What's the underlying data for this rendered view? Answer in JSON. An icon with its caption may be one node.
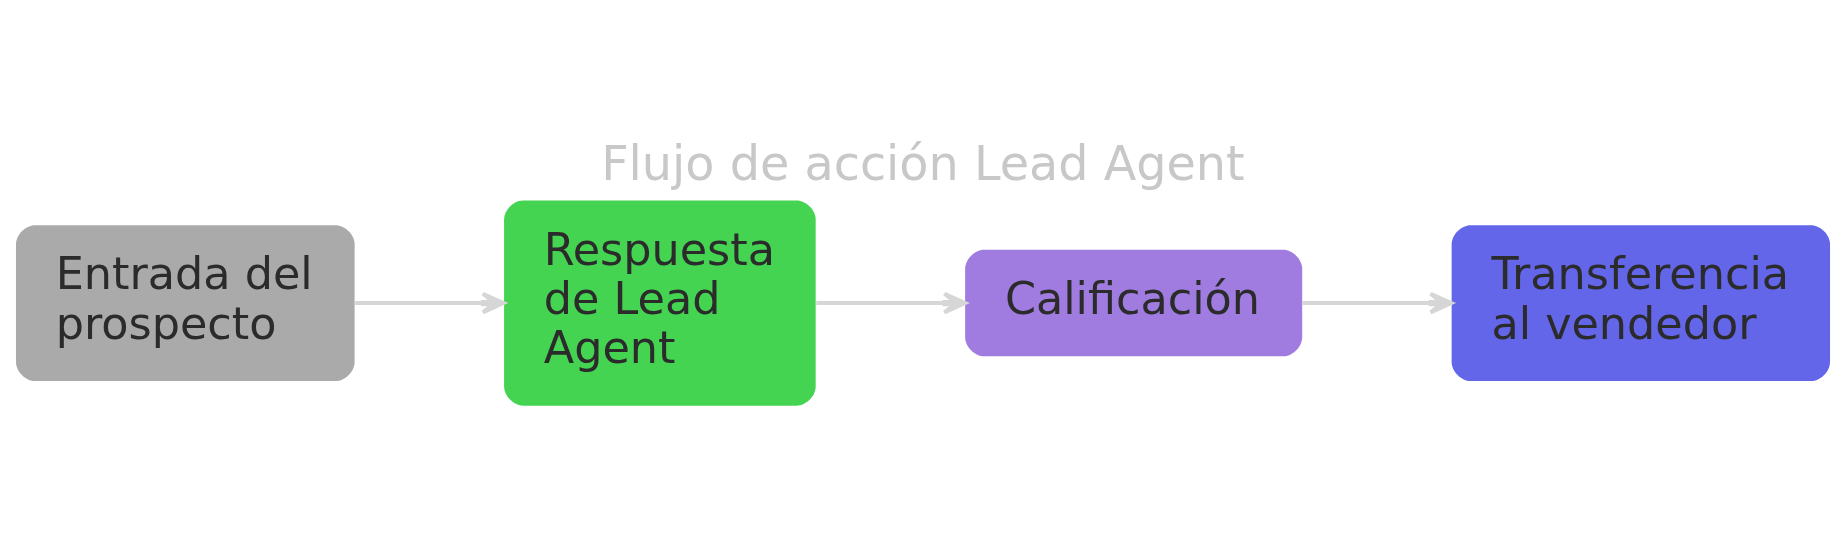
{
  "diagram": {
    "title": "Flujo de acción Lead Agent",
    "nodes": [
      {
        "text": [
          "Entrada del prospecto"
        ]
      },
      {
        "text": [
          "Respuesta de Lead Agent"
        ]
      },
      {
        "text": [
          "Calificación"
        ]
      },
      {
        "text": [
          "Transferencia al vendedor"
        ]
      }
    ],
    "edges": [
      {
        "from": 0,
        "to": 1,
        "arrow": "to"
      },
      {
        "from": 1,
        "to": 2,
        "arrow": "to"
      },
      {
        "from": 2,
        "to": 3,
        "arrow": "to"
      }
    ]
  }
}
